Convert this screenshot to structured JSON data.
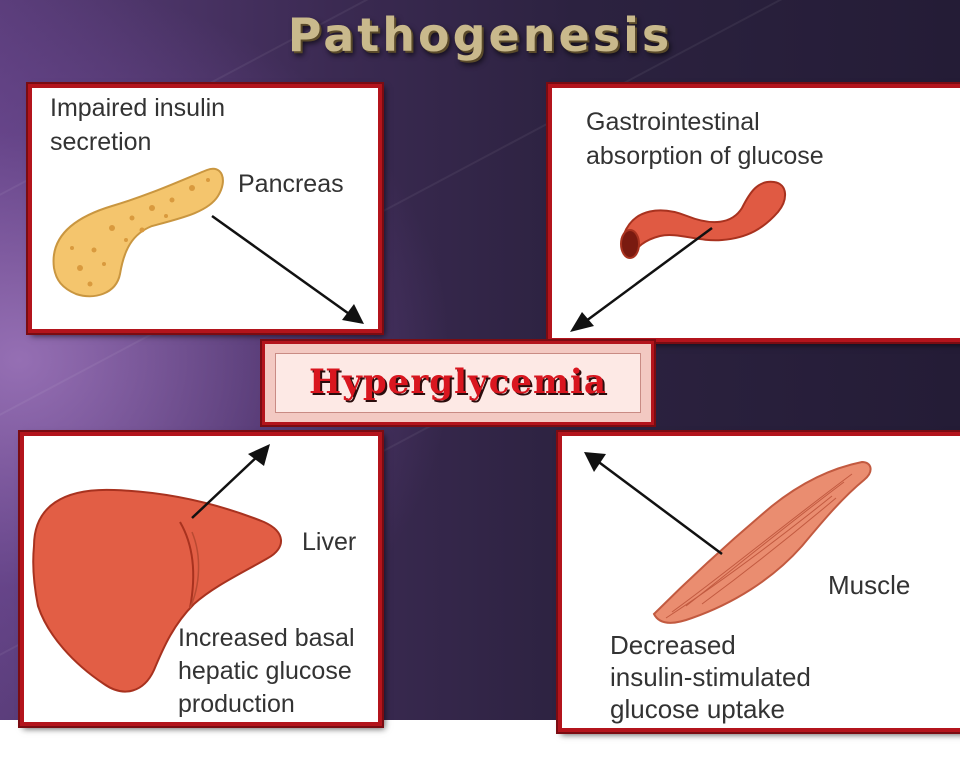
{
  "slide": {
    "title": "Pathogenesis",
    "center": "Hyperglycemia"
  },
  "panels": {
    "pancreas": {
      "caption": [
        "Impaired insulin",
        "secretion"
      ],
      "organ": "Pancreas"
    },
    "gi": {
      "caption": [
        "Gastrointestinal",
        "absorption of glucose"
      ]
    },
    "liver": {
      "organ": "Liver",
      "caption": [
        "Increased basal",
        "hepatic glucose",
        "production"
      ]
    },
    "muscle": {
      "organ": "Muscle",
      "caption": [
        "Decreased",
        "insulin-stimulated",
        "glucose uptake"
      ]
    }
  },
  "colors": {
    "border": "#b3141c",
    "title": "#c9b98c",
    "center_text": "#d9161f",
    "pancreas": "#f2c36b",
    "organ_red": "#e05a43"
  },
  "icons": [
    "pancreas-illustration",
    "intestine-illustration",
    "liver-illustration",
    "muscle-illustration",
    "arrow"
  ]
}
